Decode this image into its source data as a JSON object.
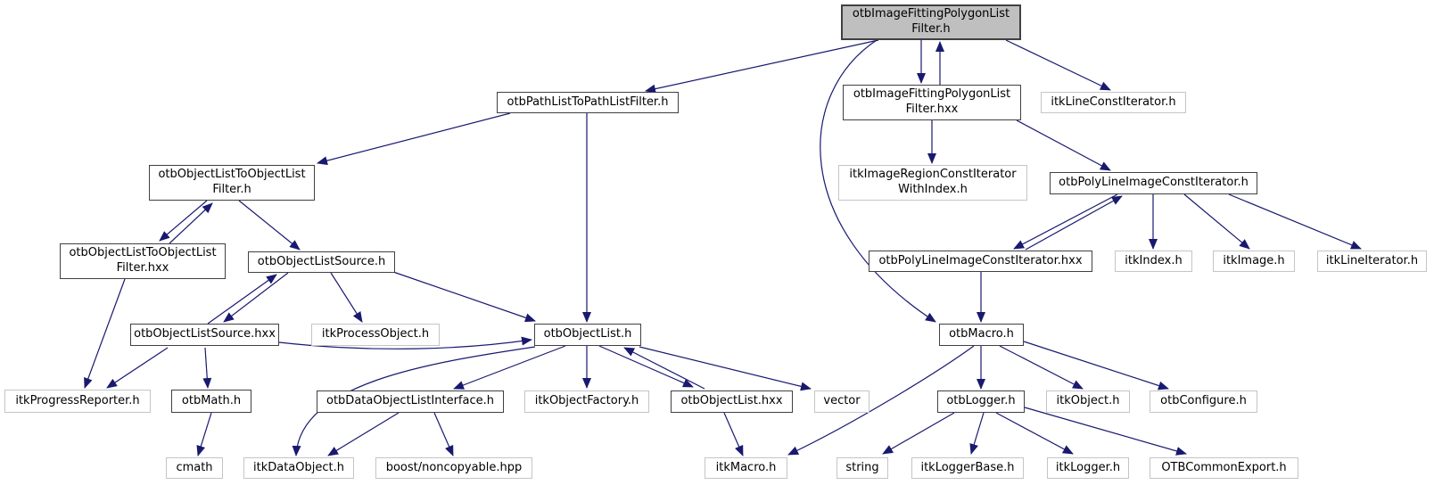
{
  "graph": {
    "description": "Include dependency graph",
    "colors": {
      "edge": "#191970",
      "root_fill": "#bfbfbf",
      "internal_border": "#404040",
      "external_border": "#c5c5c5",
      "background": "#ffffff"
    },
    "nodes": [
      {
        "id": "root",
        "label": "otbImageFittingPolygonList\nFilter.h",
        "kind": "root"
      },
      {
        "id": "pathlist",
        "label": "otbPathListToPathListFilter.h",
        "kind": "internal"
      },
      {
        "id": "fit_hxx",
        "label": "otbImageFittingPolygonList\nFilter.hxx",
        "kind": "internal"
      },
      {
        "id": "itklineconst",
        "label": "itkLineConstIterator.h",
        "kind": "external"
      },
      {
        "id": "obj2obj_h",
        "label": "otbObjectListToObjectList\nFilter.h",
        "kind": "internal"
      },
      {
        "id": "imgregion",
        "label": "itkImageRegionConstIterator\nWithIndex.h",
        "kind": "external"
      },
      {
        "id": "polyline_h",
        "label": "otbPolyLineImageConstIterator.h",
        "kind": "internal"
      },
      {
        "id": "obj2obj_hxx",
        "label": "otbObjectListToObjectList\nFilter.hxx",
        "kind": "internal"
      },
      {
        "id": "source_h",
        "label": "otbObjectListSource.h",
        "kind": "internal"
      },
      {
        "id": "polyline_hxx",
        "label": "otbPolyLineImageConstIterator.hxx",
        "kind": "internal"
      },
      {
        "id": "itkindex",
        "label": "itkIndex.h",
        "kind": "external"
      },
      {
        "id": "itkimage",
        "label": "itkImage.h",
        "kind": "external"
      },
      {
        "id": "itklineiter",
        "label": "itkLineIterator.h",
        "kind": "external"
      },
      {
        "id": "source_hxx",
        "label": "otbObjectListSource.hxx",
        "kind": "internal"
      },
      {
        "id": "itkprocess",
        "label": "itkProcessObject.h",
        "kind": "external"
      },
      {
        "id": "objlist_h",
        "label": "otbObjectList.h",
        "kind": "internal"
      },
      {
        "id": "macro",
        "label": "otbMacro.h",
        "kind": "internal"
      },
      {
        "id": "itkprogress",
        "label": "itkProgressReporter.h",
        "kind": "external"
      },
      {
        "id": "math",
        "label": "otbMath.h",
        "kind": "internal"
      },
      {
        "id": "datainterface",
        "label": "otbDataObjectListInterface.h",
        "kind": "internal"
      },
      {
        "id": "itkobjfactory",
        "label": "itkObjectFactory.h",
        "kind": "external"
      },
      {
        "id": "objlist_hxx",
        "label": "otbObjectList.hxx",
        "kind": "internal"
      },
      {
        "id": "vector",
        "label": "vector",
        "kind": "external"
      },
      {
        "id": "logger",
        "label": "otbLogger.h",
        "kind": "internal"
      },
      {
        "id": "itkobject",
        "label": "itkObject.h",
        "kind": "external"
      },
      {
        "id": "otbconfigure",
        "label": "otbConfigure.h",
        "kind": "external"
      },
      {
        "id": "cmath",
        "label": "cmath",
        "kind": "external"
      },
      {
        "id": "itkdataobject",
        "label": "itkDataObject.h",
        "kind": "external"
      },
      {
        "id": "boost",
        "label": "boost/noncopyable.hpp",
        "kind": "external"
      },
      {
        "id": "itkmacro",
        "label": "itkMacro.h",
        "kind": "external"
      },
      {
        "id": "string",
        "label": "string",
        "kind": "external"
      },
      {
        "id": "itkloggerbase",
        "label": "itkLoggerBase.h",
        "kind": "external"
      },
      {
        "id": "itklogger",
        "label": "itkLogger.h",
        "kind": "external"
      },
      {
        "id": "otbcommonexport",
        "label": "OTBCommonExport.h",
        "kind": "external"
      }
    ],
    "edges": [
      {
        "from": "root",
        "to": "pathlist"
      },
      {
        "from": "root",
        "to": "fit_hxx"
      },
      {
        "from": "fit_hxx",
        "to": "root"
      },
      {
        "from": "root",
        "to": "itklineconst"
      },
      {
        "from": "root",
        "to": "macro"
      },
      {
        "from": "pathlist",
        "to": "obj2obj_h"
      },
      {
        "from": "pathlist",
        "to": "objlist_h"
      },
      {
        "from": "obj2obj_h",
        "to": "obj2obj_hxx"
      },
      {
        "from": "obj2obj_hxx",
        "to": "obj2obj_h"
      },
      {
        "from": "obj2obj_h",
        "to": "source_h"
      },
      {
        "from": "obj2obj_hxx",
        "to": "itkprogress"
      },
      {
        "from": "source_h",
        "to": "source_hxx"
      },
      {
        "from": "source_hxx",
        "to": "source_h"
      },
      {
        "from": "source_h",
        "to": "itkprocess"
      },
      {
        "from": "source_h",
        "to": "objlist_h"
      },
      {
        "from": "source_hxx",
        "to": "itkprogress"
      },
      {
        "from": "source_hxx",
        "to": "math"
      },
      {
        "from": "source_hxx",
        "to": "objlist_h"
      },
      {
        "from": "objlist_h",
        "to": "objlist_hxx"
      },
      {
        "from": "objlist_hxx",
        "to": "objlist_h"
      },
      {
        "from": "objlist_h",
        "to": "itkobjfactory"
      },
      {
        "from": "objlist_h",
        "to": "itkdataobject"
      },
      {
        "from": "objlist_h",
        "to": "datainterface"
      },
      {
        "from": "objlist_h",
        "to": "vector"
      },
      {
        "from": "datainterface",
        "to": "itkdataobject"
      },
      {
        "from": "datainterface",
        "to": "boost"
      },
      {
        "from": "math",
        "to": "cmath"
      },
      {
        "from": "objlist_hxx",
        "to": "itkmacro"
      },
      {
        "from": "fit_hxx",
        "to": "imgregion"
      },
      {
        "from": "fit_hxx",
        "to": "polyline_h"
      },
      {
        "from": "polyline_h",
        "to": "polyline_hxx"
      },
      {
        "from": "polyline_hxx",
        "to": "polyline_h"
      },
      {
        "from": "polyline_h",
        "to": "itkindex"
      },
      {
        "from": "polyline_h",
        "to": "itkimage"
      },
      {
        "from": "polyline_h",
        "to": "itklineiter"
      },
      {
        "from": "polyline_hxx",
        "to": "macro"
      },
      {
        "from": "macro",
        "to": "logger"
      },
      {
        "from": "macro",
        "to": "itkobject"
      },
      {
        "from": "macro",
        "to": "otbconfigure"
      },
      {
        "from": "macro",
        "to": "itkmacro"
      },
      {
        "from": "logger",
        "to": "string"
      },
      {
        "from": "logger",
        "to": "itkloggerbase"
      },
      {
        "from": "logger",
        "to": "itklogger"
      },
      {
        "from": "logger",
        "to": "otbcommonexport"
      }
    ]
  }
}
